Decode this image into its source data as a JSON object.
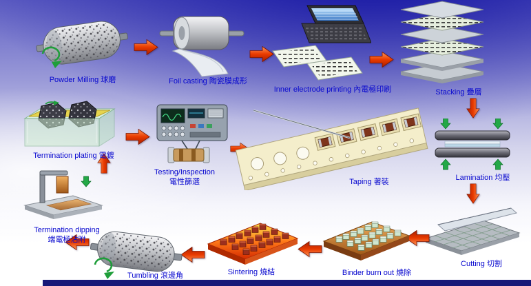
{
  "process": {
    "steps": {
      "powder_milling": {
        "en": "Powder Milling",
        "zh": "球磨"
      },
      "foil_casting": {
        "en": "Foil casting",
        "zh": "陶瓷膜成形"
      },
      "inner_electrode_printing": {
        "en": "Inner electrode printing",
        "zh": "內電極印刷"
      },
      "stacking": {
        "en": "Stacking",
        "zh": "疊層"
      },
      "lamination": {
        "en": "Lamination",
        "zh": "均壓"
      },
      "cutting": {
        "en": "Cutting",
        "zh": "切割"
      },
      "binder_burn_out": {
        "en": "Binder burn out",
        "zh": "燒除"
      },
      "sintering": {
        "en": "Sintering",
        "zh": "燒結"
      },
      "tumbling": {
        "en": "Tumbling",
        "zh": "滾邊角"
      },
      "termination_dipping": {
        "en": "Termination dipping",
        "zh": "端電極沾附"
      },
      "termination_plating": {
        "en": "Termination plating",
        "zh": "電鍍"
      },
      "testing_inspection": {
        "en": "Testing/Inspection",
        "zh": "電性篩選"
      },
      "taping": {
        "en": "Taping",
        "zh": "著裝"
      }
    },
    "flow_order": [
      "powder_milling",
      "foil_casting",
      "inner_electrode_printing",
      "stacking",
      "lamination",
      "cutting",
      "binder_burn_out",
      "sintering",
      "tumbling",
      "termination_dipping",
      "termination_plating",
      "testing_inspection",
      "taping"
    ]
  },
  "colors": {
    "label_text": "#0707cf",
    "flow_arrow_red": "#d83000",
    "press_arrow_green": "#23a846",
    "background_top": "#1010a0",
    "background_bottom": "#ffffff",
    "footer_bar": "#181878"
  }
}
